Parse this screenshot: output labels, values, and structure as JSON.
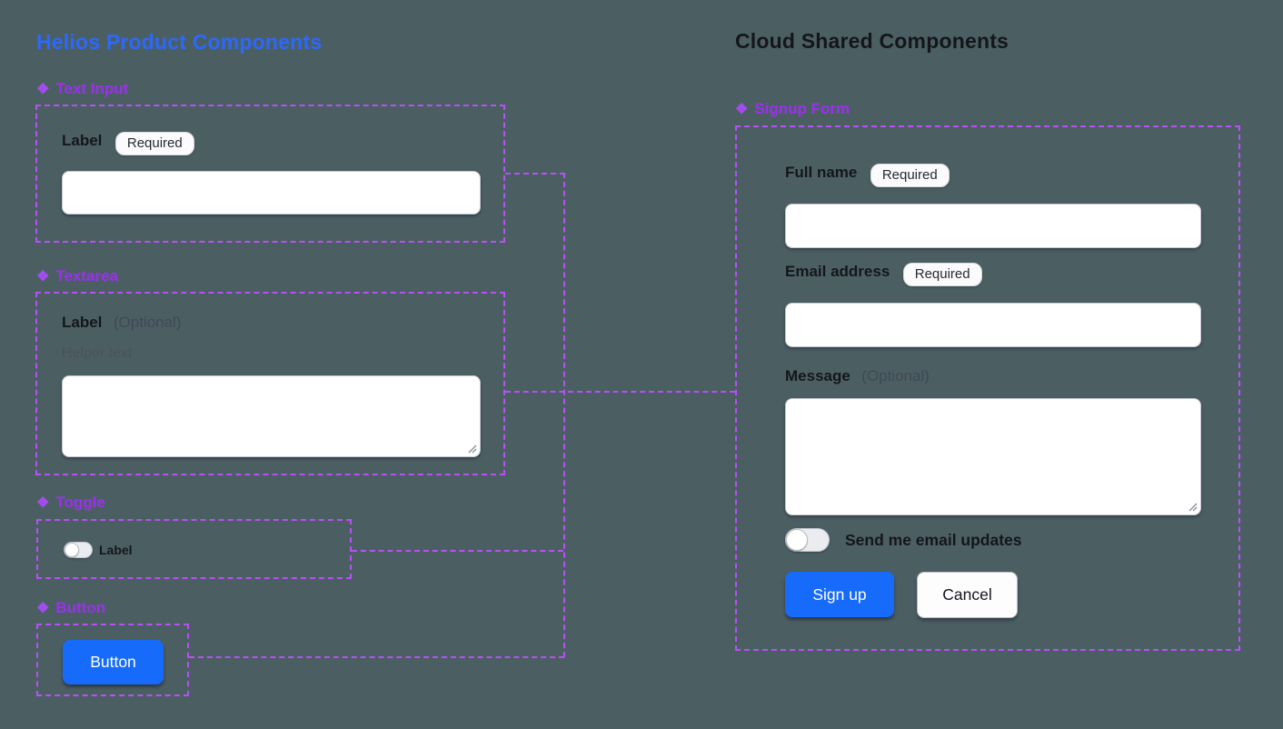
{
  "colors": {
    "background": "#4b5f63",
    "outline_dash": "#b750f5",
    "component_label": "#9c2ff0",
    "left_title": "#2c69fa",
    "right_title": "#14161b",
    "primary_button": "#176bfa"
  },
  "icons": {
    "component": "❖"
  },
  "left_panel": {
    "title": "Helios Product Components",
    "text_input": {
      "heading": "Text Input",
      "label": "Label",
      "badge": "Required",
      "value": ""
    },
    "textarea": {
      "heading": "Textarea",
      "label": "Label",
      "optional": "(Optional)",
      "helper": "Helper text",
      "value": ""
    },
    "toggle": {
      "heading": "Toggle",
      "label": "Label",
      "state": "off"
    },
    "button": {
      "heading": "Button",
      "label": "Button"
    }
  },
  "right_panel": {
    "title": "Cloud Shared Components",
    "signup_form": {
      "heading": "Signup Form",
      "full_name": {
        "label": "Full name",
        "badge": "Required",
        "value": ""
      },
      "email": {
        "label": "Email address",
        "badge": "Required",
        "value": ""
      },
      "message": {
        "label": "Message",
        "optional": "(Optional)",
        "value": ""
      },
      "updates_toggle": {
        "label": "Send me email updates",
        "state": "off"
      },
      "submit_label": "Sign up",
      "cancel_label": "Cancel"
    }
  }
}
